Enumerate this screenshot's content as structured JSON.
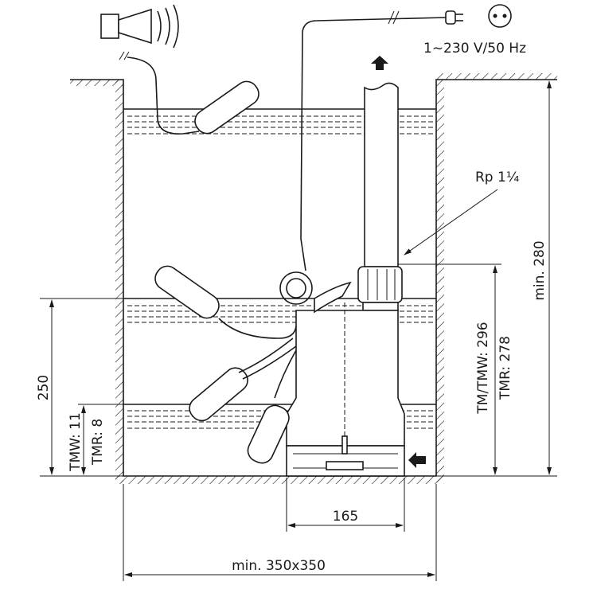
{
  "power_label": "1~230 V/50 Hz",
  "thread_label": "Rp 1¼",
  "dimensions": {
    "float_switch_height": "250",
    "tmw_level": "TMW: 11",
    "tmr_level": "TMR: 8",
    "tm_tmw_height": "TM/TMW: 296",
    "tmr_height": "TMR: 278",
    "min_depth": "min. 280",
    "pump_width": "165",
    "pit_size": "min. 350x350"
  },
  "icons": [
    "alarm-horn-icon",
    "power-plug-icon",
    "outlet-icon",
    "flow-out-arrow-icon",
    "flow-in-arrow-icon"
  ]
}
